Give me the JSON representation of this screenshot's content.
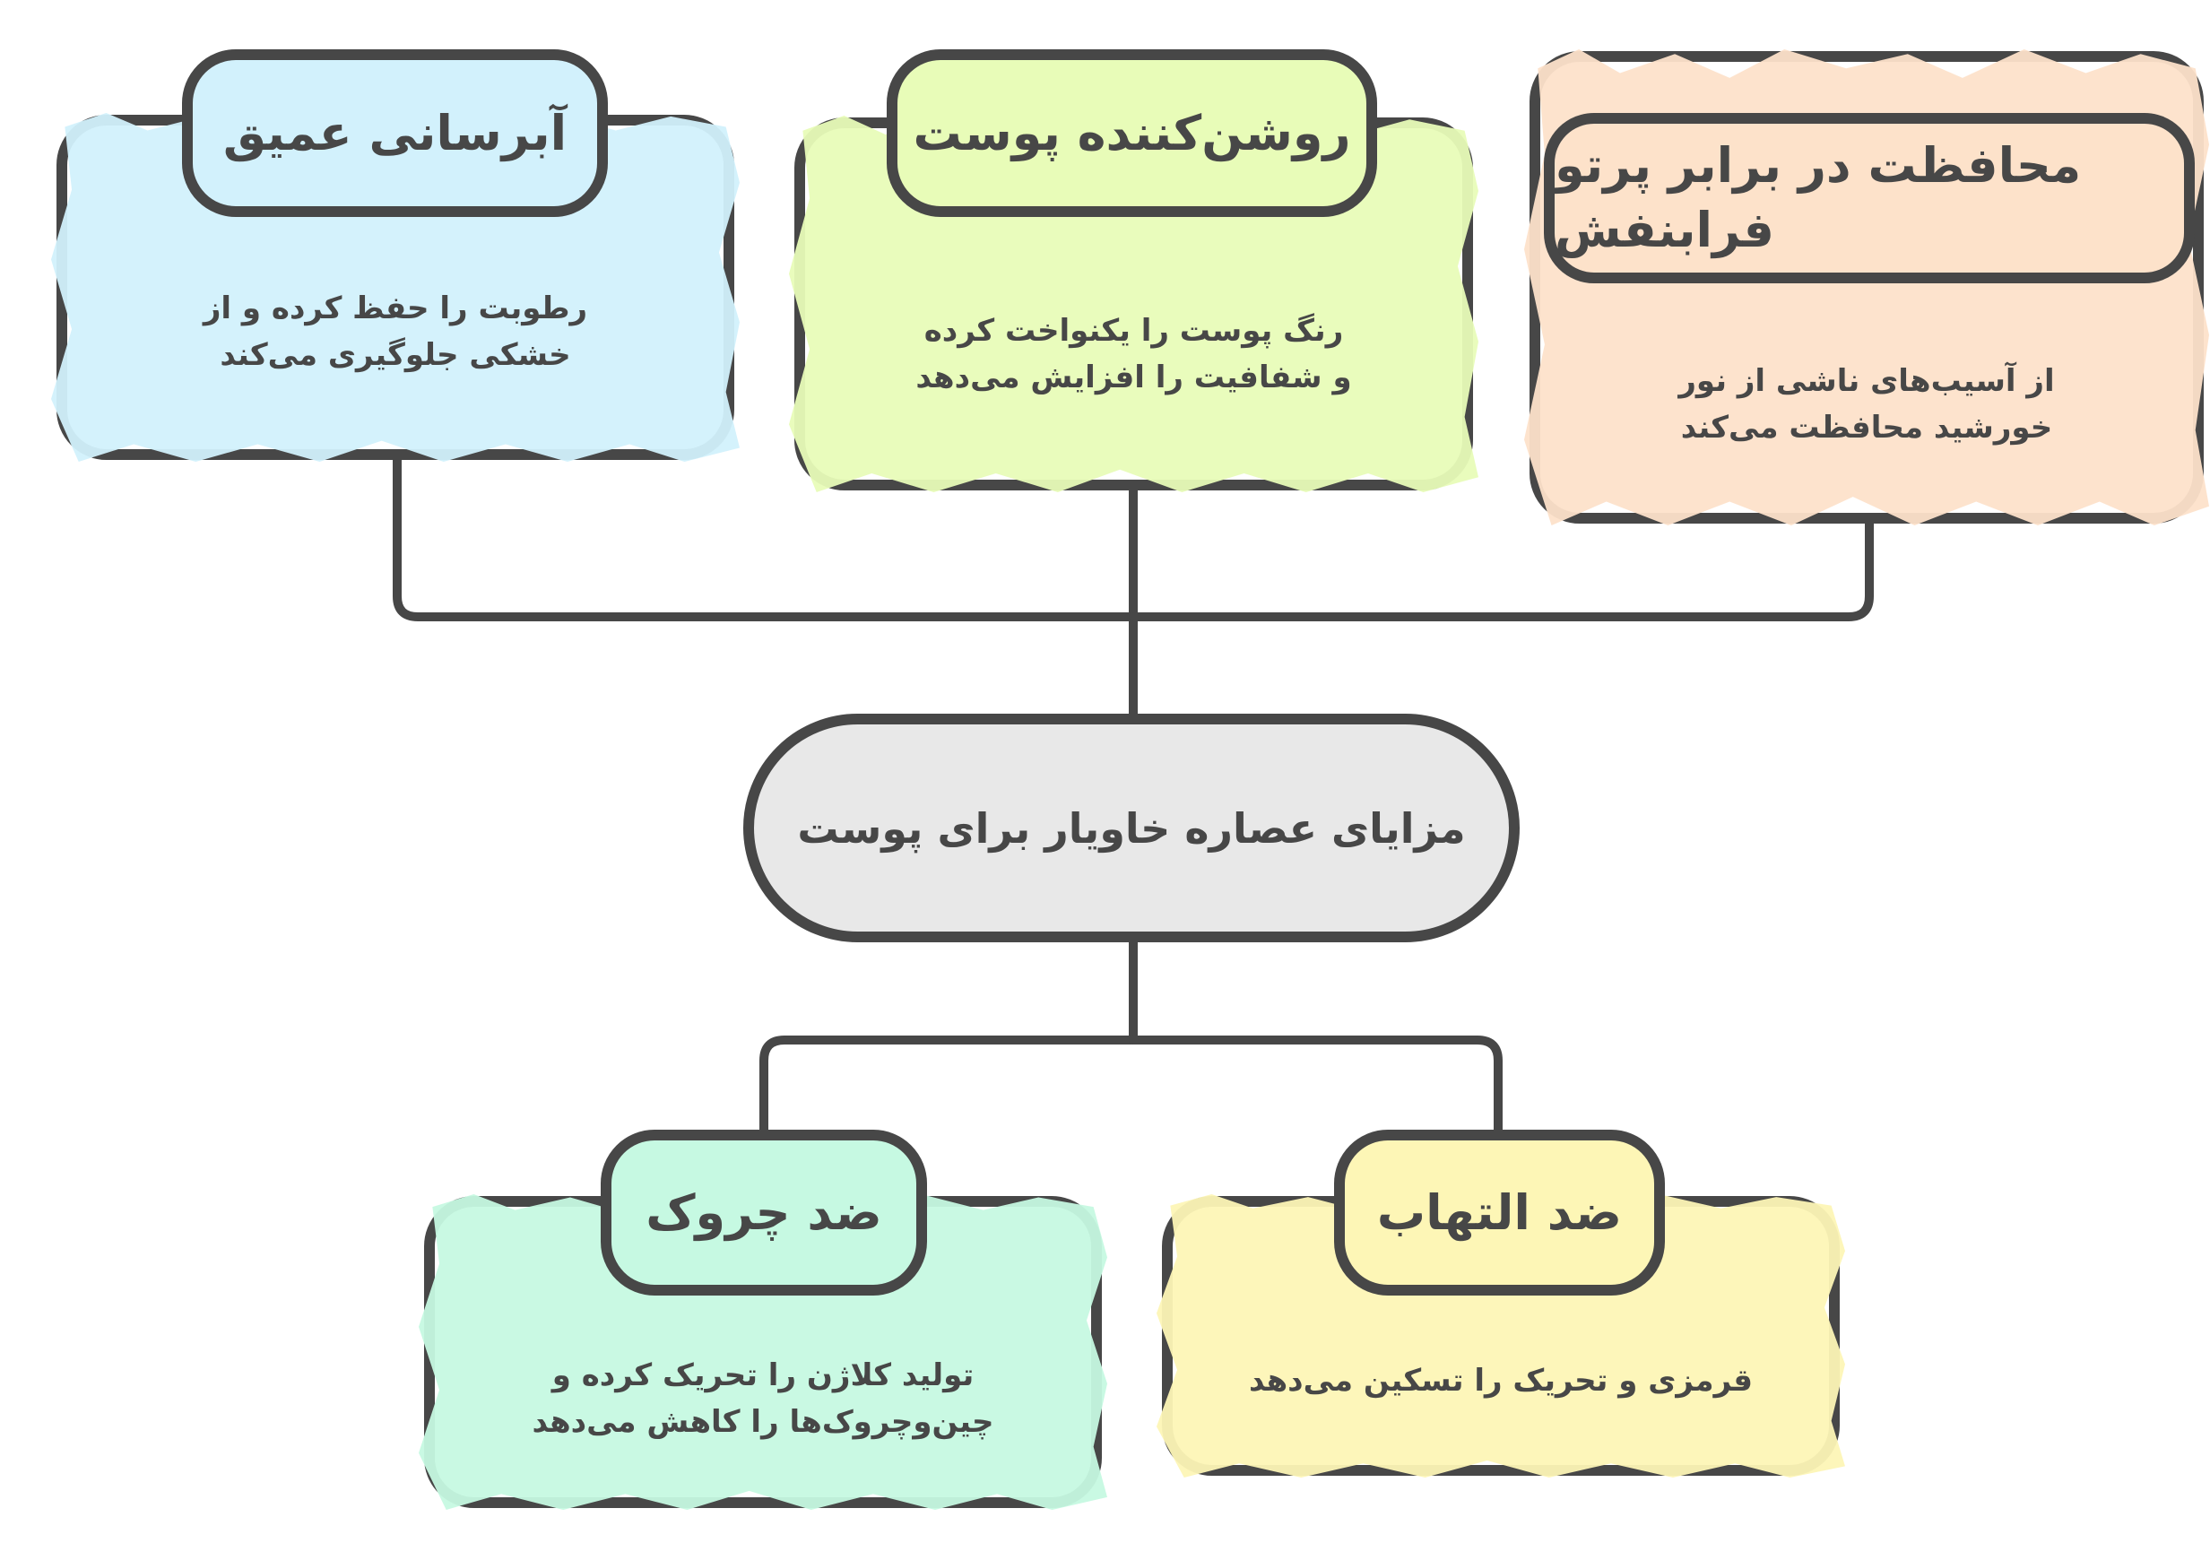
{
  "diagram": {
    "center": {
      "label": "مزایای عصاره خاویار برای پوست",
      "color": "#e8e8e8"
    },
    "top_nodes": [
      {
        "title": "آبرسانی عمیق",
        "description_line1": "رطوبت را حفظ کرده و از",
        "description_line2": "خشکی جلوگیری می‌کند",
        "color": "#d2f1fc"
      },
      {
        "title": "روشن‌کننده پوست",
        "description_line1": "رنگ پوست را یکنواخت کرده",
        "description_line2": "و شفافیت را افزایش می‌دهد",
        "color": "#e8fcb8"
      },
      {
        "title_line1": "محافظت در برابر پرتو",
        "title_line2": "فرابنفش",
        "description_line1": "از آسیب‌های ناشی از نور",
        "description_line2": "خورشید محافظت می‌کند",
        "color": "#fde2ca"
      }
    ],
    "bottom_nodes": [
      {
        "title": "ضد چروک",
        "description_line1": "تولید کلاژن را تحریک کرده و",
        "description_line2": "چین‌وچروک‌ها را کاهش می‌دهد",
        "color": "#c6f9e2"
      },
      {
        "title": "ضد التهاب",
        "description_line1": "قرمزی و تحریک را تسکین می‌دهد",
        "color": "#fdf6b6"
      }
    ],
    "stroke_color": "#474747",
    "background": "#ffffff"
  }
}
